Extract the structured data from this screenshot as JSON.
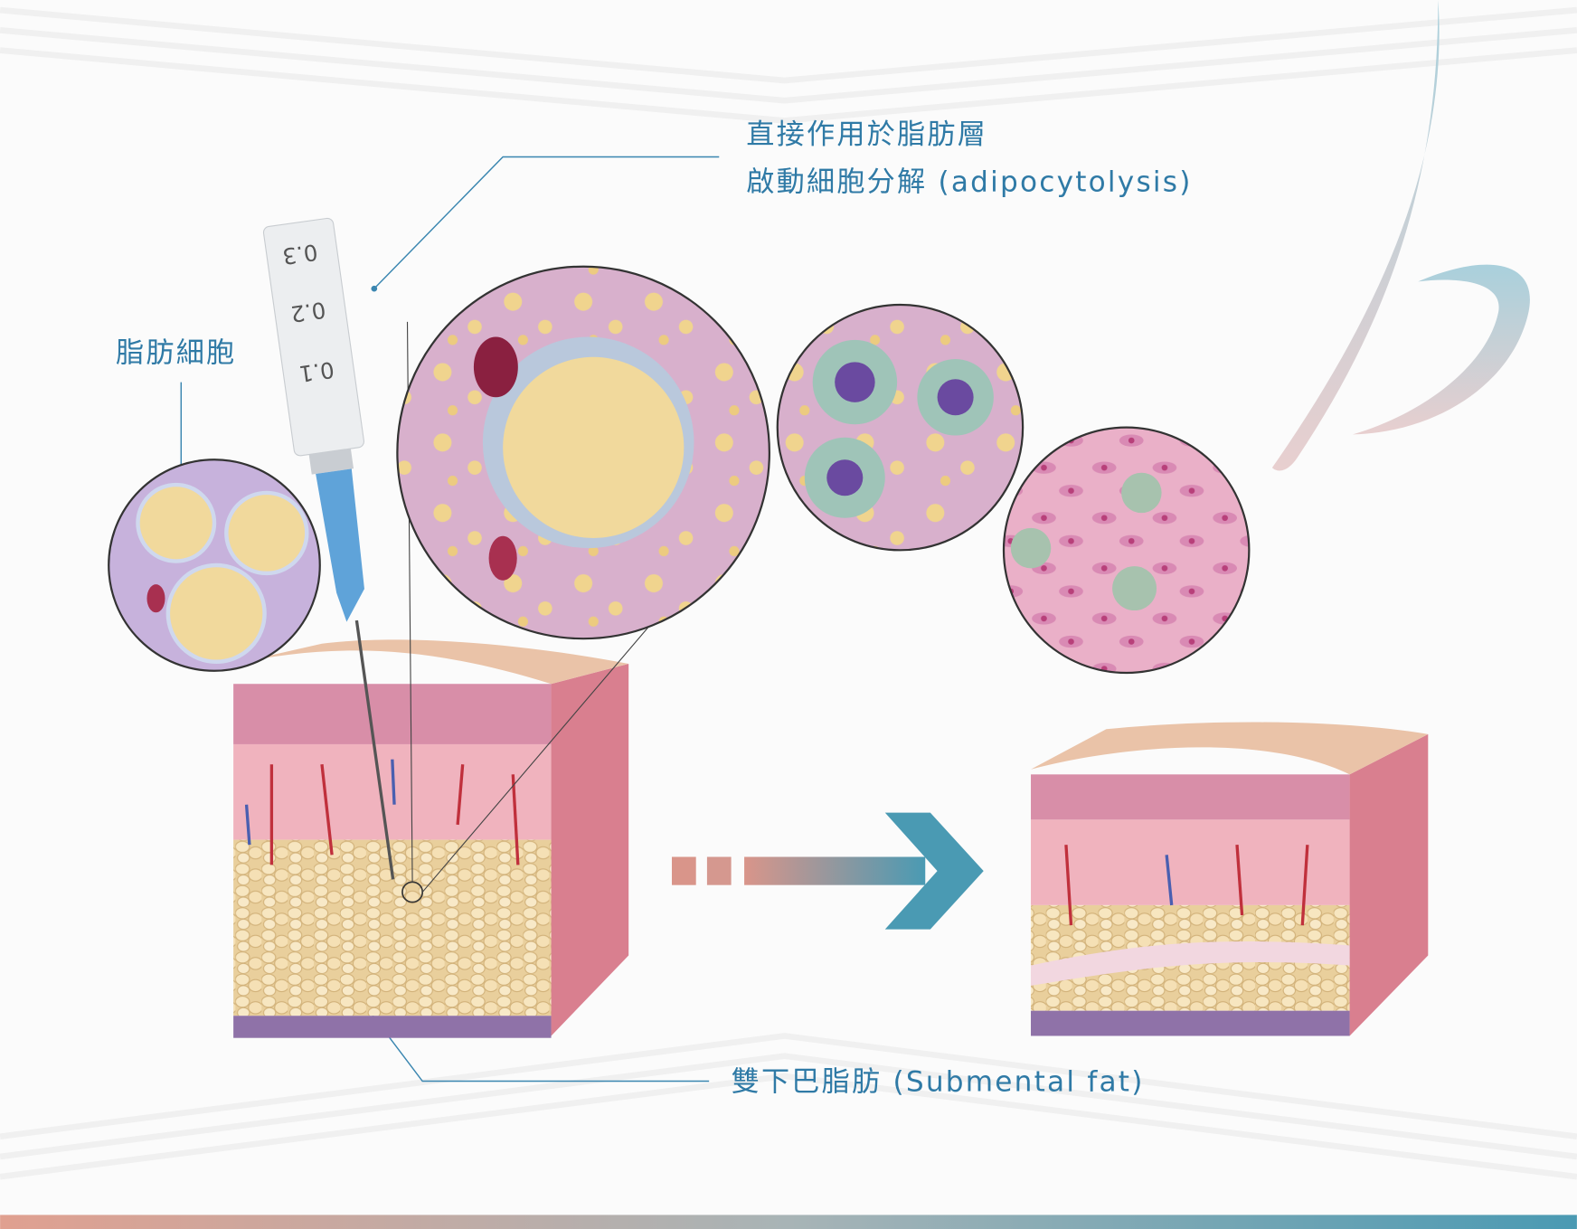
{
  "labels": {
    "mechanism_line1": "直接作用於脂肪層",
    "mechanism_line2": "啟動細胞分解 (adipocytolysis)",
    "fat_cells": "脂肪細胞",
    "submental_fat": "雙下巴脂肪 (Submental fat)"
  },
  "syringe": {
    "marks": [
      "0.3",
      "0.2",
      "0.1"
    ]
  },
  "colors": {
    "label_text": "#2f7aa6",
    "leader_line": "#3a86b0",
    "arrow_start": "#d9958a",
    "arrow_end": "#4a9ab3",
    "fat": "#f2d9a8",
    "dermis": "#e9a7b5"
  }
}
